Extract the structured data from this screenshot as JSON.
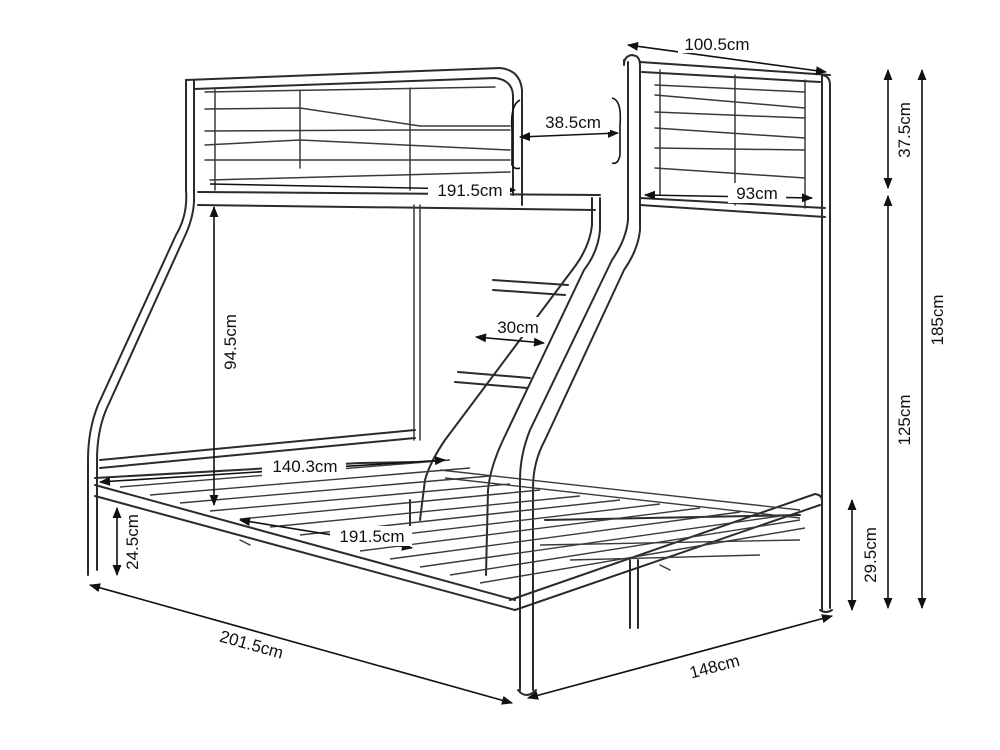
{
  "dimensions": {
    "top_width": "100.5cm",
    "ladder_gap": "38.5cm",
    "top_inner_length": "191.5cm",
    "top_rail_length": "93cm",
    "guard_height": "37.5cm",
    "total_height": "185cm",
    "top_deck_height": "125cm",
    "clearance": "94.5cm",
    "ladder_width": "30cm",
    "bottom_width": "140.3cm",
    "bottom_inner_length": "191.5cm",
    "bottom_deck_height_left": "24.5cm",
    "bottom_deck_height_right": "29.5cm",
    "overall_length": "201.5cm",
    "overall_width": "148cm"
  },
  "colors": {
    "line": "#2b2b2b",
    "text": "#111111",
    "background": "#ffffff"
  }
}
